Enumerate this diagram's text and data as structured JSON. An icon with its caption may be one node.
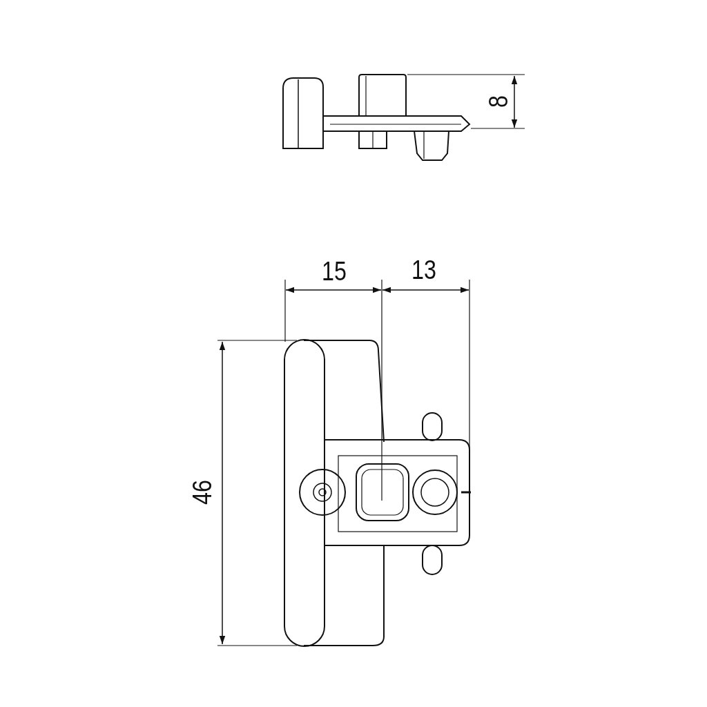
{
  "diagram": {
    "labels": [
      "8",
      "15",
      "13",
      "46"
    ]
  }
}
